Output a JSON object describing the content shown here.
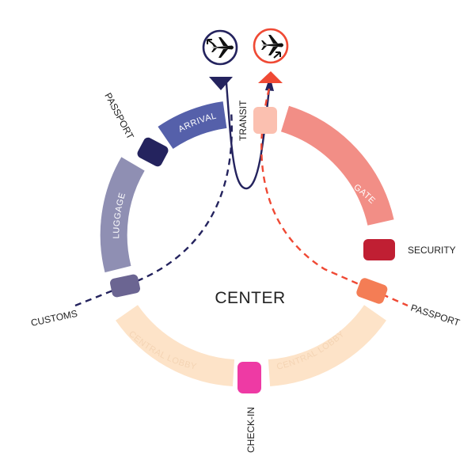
{
  "labels": {
    "center": "CENTER",
    "passport_left": "PASSPORT",
    "passport_right": "PASSPORT",
    "customs": "CUSTOMS",
    "security": "SECURITY",
    "check_in": "CHECK-IN",
    "transit": "TRANSIT"
  },
  "arcs": {
    "arrival": "ARRIVAL",
    "luggage": "LUGGAGE",
    "gate": "GATE",
    "central_lobby_left": "CENTRAL LOBBY",
    "central_lobby_right": "CENTRAL LOBBY"
  },
  "icons": {
    "arrival": "plane-arrival-icon",
    "departure": "plane-departure-icon"
  },
  "colors": {
    "arrival_arc": "#5560aa",
    "luggage_arc": "#8f8fb3",
    "gate_arc": "#f28e86",
    "lobby_arc": "#fde3c8",
    "passport_left_node": "#24235e",
    "customs_node": "#6b6592",
    "security_node": "#c01f33",
    "passport_right_node": "#f47d55",
    "checkin_node": "#ee3aa4",
    "transit_node": "#fbc0b0",
    "arrival_path": "#24235e",
    "departure_path": "#ef4934"
  }
}
